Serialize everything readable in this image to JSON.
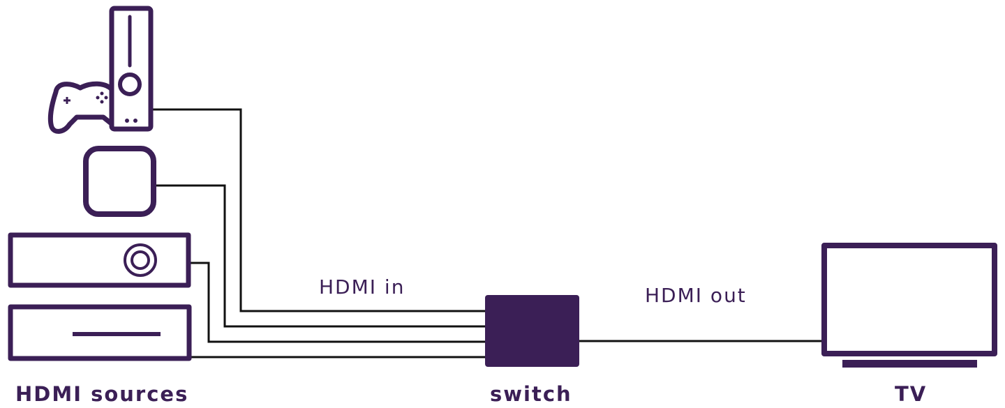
{
  "labels": {
    "hdmi_in": "HDMI in",
    "hdmi_out": "HDMI out",
    "sources": "HDMI sources",
    "switch": "switch",
    "tv": "TV"
  },
  "icons": {
    "game_console": "game-console-with-controller-icon",
    "streaming_box": "streaming-box-icon",
    "receiver": "av-receiver-icon",
    "disc_player": "disc-player-icon",
    "switch": "hdmi-switch-icon",
    "tv": "television-icon"
  },
  "colors": {
    "device": "#3b1f56",
    "cable": "#111111"
  }
}
